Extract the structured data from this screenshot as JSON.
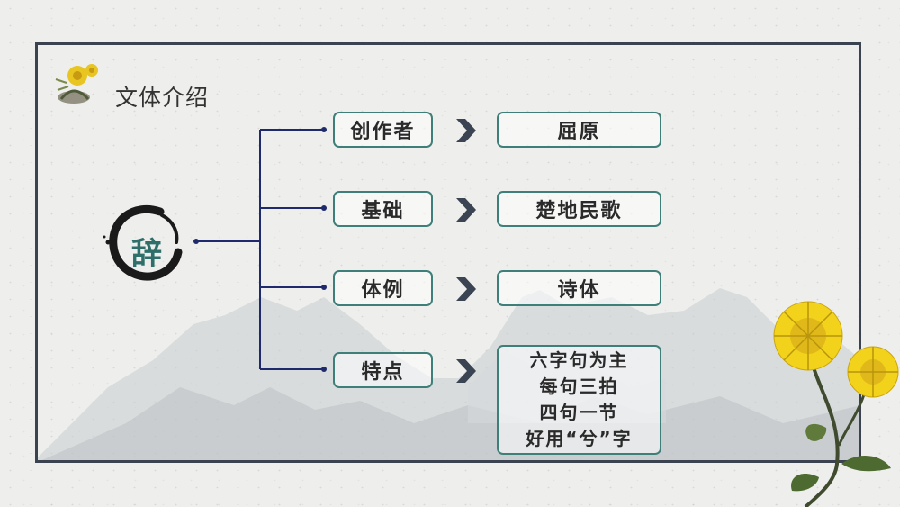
{
  "slide": {
    "title": "文体介绍",
    "root": "辞"
  },
  "rows": [
    {
      "category": "创作者",
      "value": "屈原"
    },
    {
      "category": "基础",
      "value": "楚地民歌"
    },
    {
      "category": "体例",
      "value": "诗体"
    },
    {
      "category": "特点",
      "value_lines": [
        "六字句为主",
        "每句三拍",
        "四句一节",
        "好用“兮”字"
      ]
    }
  ],
  "colors": {
    "frame": "#3b4250",
    "box_border": "#3f7f7a",
    "connector": "#1e2a6b",
    "chevron": "#3a4452",
    "root_char": "#2f6f6a",
    "flower": "#f2d21b"
  },
  "icons": {
    "title_decoration": "chrysanthemum-icon",
    "root_decoration": "ink-circle-icon",
    "arrow": "chevron-right-icon"
  }
}
